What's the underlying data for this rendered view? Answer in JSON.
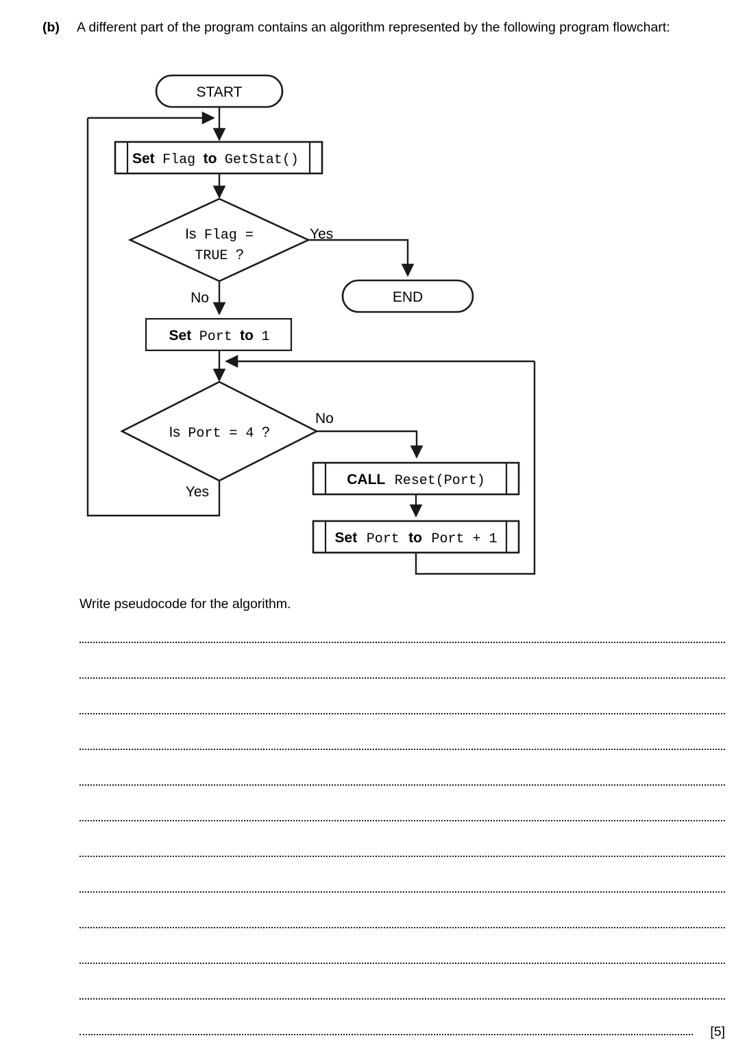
{
  "question": {
    "label": "(b)",
    "text": "A different part of the program contains an algorithm represented by the following program flowchart:",
    "prompt": "Write pseudocode for the algorithm.",
    "marks": "[5]"
  },
  "flowchart": {
    "nodes": {
      "start": {
        "type": "terminator",
        "label": "START"
      },
      "end": {
        "type": "terminator",
        "label": "END"
      },
      "set_flag": {
        "type": "subroutine",
        "keyword": "Set",
        "operand1": "Flag",
        "connector": "to",
        "operand2": "GetStat()"
      },
      "decide_flag": {
        "type": "decision",
        "line1_prefix": "Is",
        "line1_mono": "Flag =",
        "line2_mono": "TRUE",
        "line2_suffix": "?"
      },
      "set_port_1": {
        "type": "process",
        "keyword": "Set",
        "operand1": "Port",
        "connector": "to",
        "operand2": "1"
      },
      "decide_port": {
        "type": "decision",
        "line1_prefix": "Is",
        "line1_mono": "Port = 4",
        "line1_suffix": "?"
      },
      "call_reset": {
        "type": "subroutine",
        "keyword": "CALL",
        "operand1": "Reset(Port)"
      },
      "increment_port": {
        "type": "subroutine",
        "keyword": "Set",
        "operand1": "Port",
        "connector": "to",
        "operand2": "Port + 1"
      }
    },
    "branch_labels": {
      "flag_yes": "Yes",
      "flag_no": "No",
      "port_no": "No",
      "port_yes": "Yes"
    }
  },
  "answer_lines": {
    "count": 12
  },
  "colors": {
    "ink": "#1a1a1a",
    "paper": "#ffffff"
  }
}
